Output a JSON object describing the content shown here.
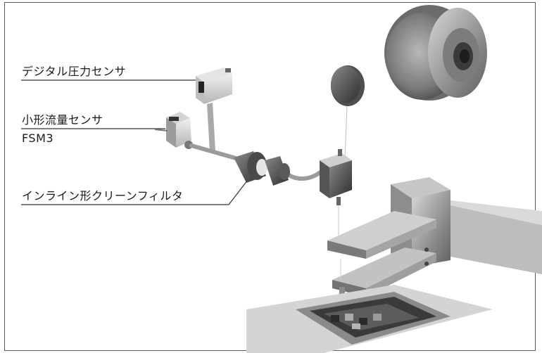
{
  "labels": {
    "pressure_sensor": "デジタル圧力センサ",
    "flow_sensor": "小形流量センサ",
    "flow_sensor_model": "FSM3",
    "filter": "インライン形クリーンフィルタ"
  },
  "colors": {
    "frame": "#5a5a5a",
    "leader_line": "#333333",
    "text": "#1a1a1a"
  }
}
